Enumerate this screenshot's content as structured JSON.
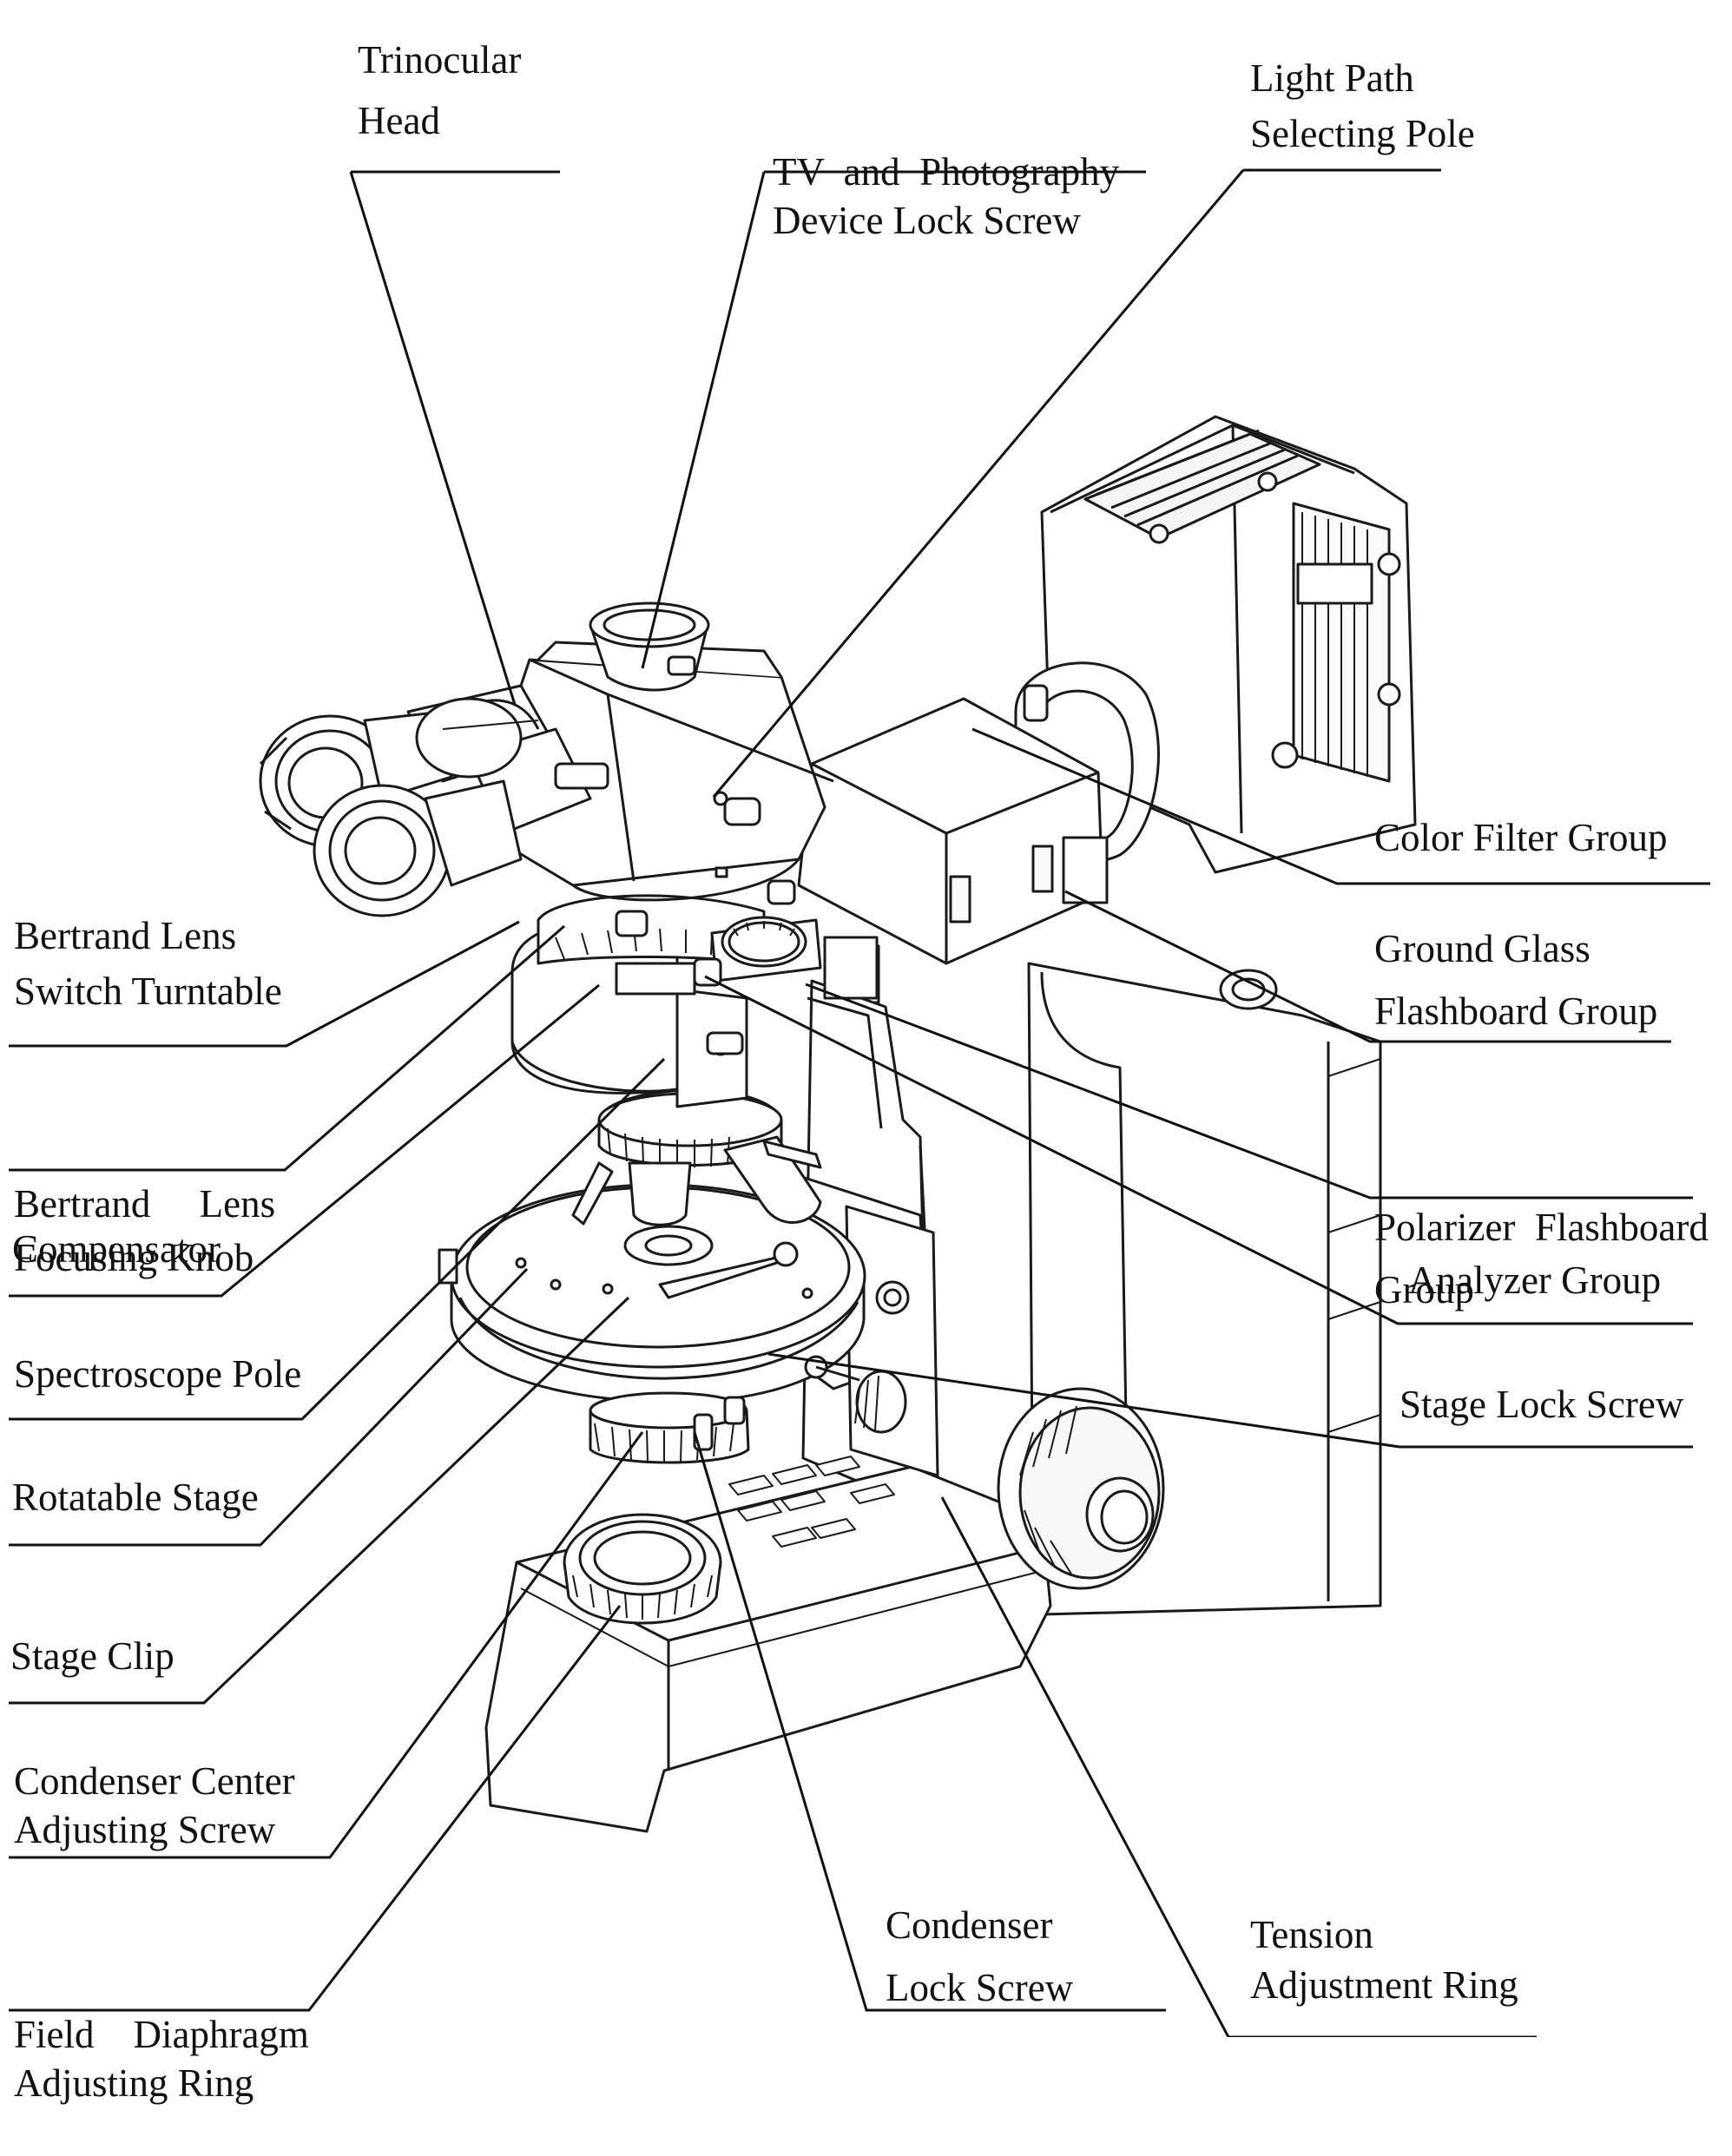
{
  "labels": {
    "trinocular_head": [
      "Trinocular",
      "Head"
    ],
    "tv_photo_lock": [
      "TV  and  Photography",
      "Device Lock Screw"
    ],
    "light_path_pole": [
      "Light Path",
      "Selecting Pole"
    ],
    "color_filter": [
      "Color Filter Group"
    ],
    "ground_glass": [
      "Ground Glass",
      "Flashboard Group"
    ],
    "polarizer": [
      "Polarizer  Flashboard",
      "Group"
    ],
    "analyzer": [
      "Analyzer Group"
    ],
    "stage_lock": [
      "Stage Lock Screw"
    ],
    "tension_ring": [
      "Tension",
      "Adjustment Ring"
    ],
    "condenser_lock": [
      "Condenser",
      "Lock Screw"
    ],
    "field_diaphragm": [
      "Field    Diaphragm",
      "Adjusting Ring"
    ],
    "condenser_center": [
      "Condenser Center",
      "Adjusting Screw"
    ],
    "stage_clip": [
      "Stage Clip"
    ],
    "rotatable_stage": [
      "Rotatable Stage"
    ],
    "spectroscope_pole": [
      "Spectroscope Pole"
    ],
    "compensator": [
      "Compensator"
    ],
    "bertrand_focus": [
      "Bertrand     Lens",
      "Focusing Knob"
    ],
    "bertrand_switch": [
      "Bertrand Lens",
      "Switch Turntable"
    ]
  },
  "colors": {
    "ink": "#111111",
    "background": "#ffffff"
  }
}
